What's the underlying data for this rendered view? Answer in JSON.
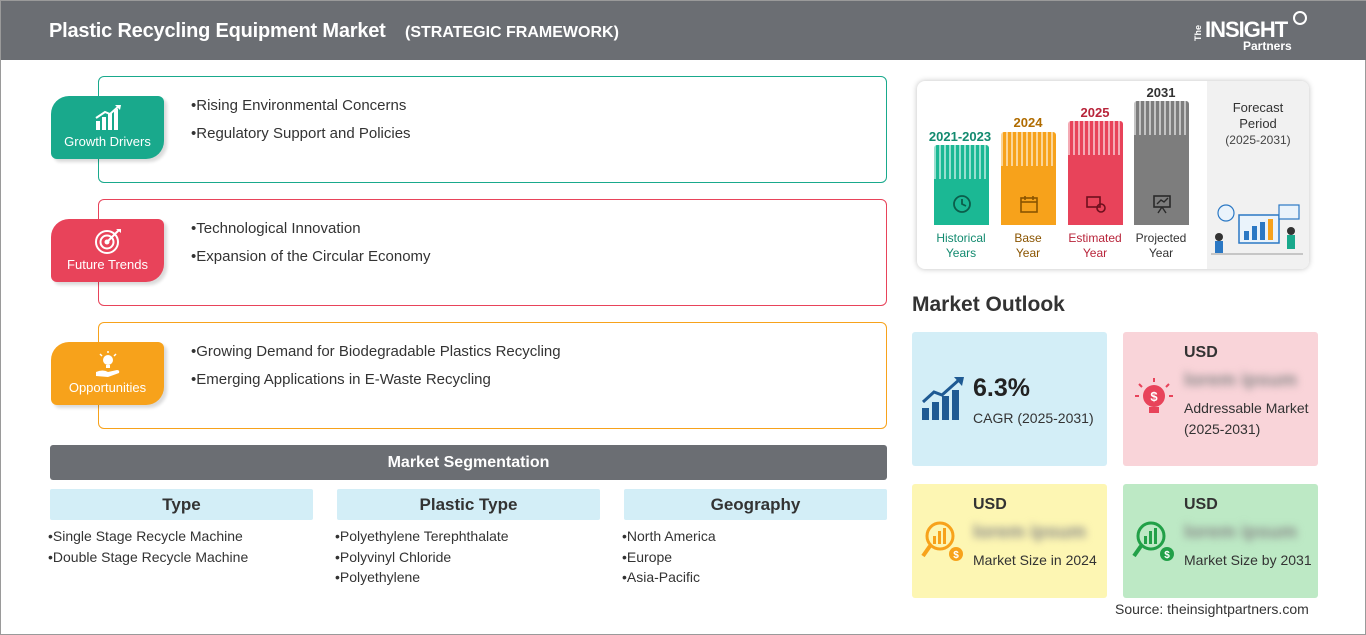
{
  "header": {
    "title": "Plastic Recycling Equipment Market",
    "subtitle": "(STRATEGIC FRAMEWORK)",
    "logo_the": "The",
    "logo_insight": "INSIGHT",
    "logo_partners": "Partners"
  },
  "framework": [
    {
      "label": "Growth Drivers",
      "color": "#19a98c",
      "items": [
        "Rising Environmental Concerns",
        "Regulatory Support and Policies"
      ]
    },
    {
      "label": "Future Trends",
      "color": "#e8435a",
      "items": [
        "Technological Innovation",
        "Expansion of the Circular Economy"
      ]
    },
    {
      "label": "Opportunities",
      "color": "#f7a21b",
      "items": [
        "Growing Demand for Biodegradable Plastics Recycling",
        "Emerging Applications in E-Waste Recycling"
      ]
    }
  ],
  "segmentation": {
    "title": "Market Segmentation",
    "columns": [
      {
        "header": "Type",
        "items": [
          "Single Stage Recycle Machine",
          "Double Stage Recycle Machine"
        ]
      },
      {
        "header": "Plastic Type",
        "items": [
          "Polyethylene Terephthalate",
          "Polyvinyl Chloride",
          "Polyethylene"
        ]
      },
      {
        "header": "Geography",
        "items": [
          "North America",
          "Europe",
          "Asia-Pacific"
        ]
      }
    ]
  },
  "timeline": {
    "bars": [
      {
        "year": "2021-2023",
        "label_line1": "Historical",
        "label_line2": "Years",
        "color": "#1bb894",
        "text_color": "#128a6f"
      },
      {
        "year": "2024",
        "label_line1": "Base",
        "label_line2": "Year",
        "color": "#f7a21b",
        "text_color": "#b06c00"
      },
      {
        "year": "2025",
        "label_line1": "Estimated",
        "label_line2": "Year",
        "color": "#e8435a",
        "text_color": "#b8243a"
      },
      {
        "year": "2031",
        "label_line1": "Projected",
        "label_line2": "Year",
        "color": "#7d7d7d",
        "text_color": "#333333"
      }
    ],
    "forecast_title": "Forecast Period",
    "forecast_range": "(2025-2031)"
  },
  "outlook": {
    "title": "Market Outlook",
    "cagr_value": "6.3%",
    "cagr_label": "CAGR (2025-2031)",
    "addressable": {
      "currency": "USD",
      "value": "lorem ipsum",
      "desc": "Addressable Market (2025-2031)"
    },
    "size_2024": {
      "currency": "USD",
      "value": "lorem ipsum",
      "desc": "Market Size in 2024"
    },
    "size_2031": {
      "currency": "USD",
      "value": "lorem ipsum",
      "desc": "Market Size by 2031"
    }
  },
  "source": "Source: theinsightpartners.com"
}
